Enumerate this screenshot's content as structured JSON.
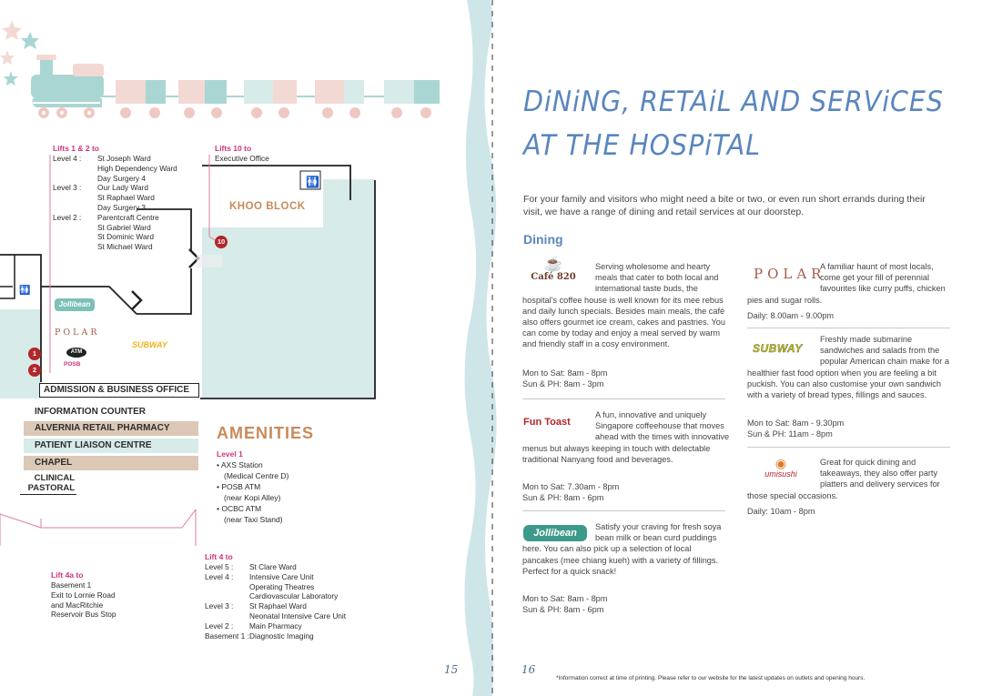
{
  "left": {
    "lifts_1_2": {
      "heading": "Lifts 1 & 2 to",
      "rows": [
        {
          "level": "Level 4 :",
          "value": "St Joseph Ward"
        },
        {
          "level": "",
          "value": "High Dependency Ward"
        },
        {
          "level": "",
          "value": "Day Surgery 4"
        },
        {
          "level": "Level 3 :",
          "value": "Our Lady Ward"
        },
        {
          "level": "",
          "value": "St Raphael Ward"
        },
        {
          "level": "",
          "value": "Day Surgery 3"
        },
        {
          "level": "Level 2 :",
          "value": "Parentcraft Centre"
        },
        {
          "level": "",
          "value": "St Gabriel Ward"
        },
        {
          "level": "",
          "value": "St Dominic Ward"
        },
        {
          "level": "",
          "value": "St Michael Ward"
        }
      ]
    },
    "lifts_10": {
      "heading": "Lifts 10 to",
      "line": "Executive Office"
    },
    "khoo_block": "KHOO BLOCK",
    "markers": {
      "m10": "10",
      "m1": "1",
      "m2": "2"
    },
    "logos": {
      "jollibean": "Jollibean",
      "polar": "POLAR",
      "subway": "SUBWAY",
      "atm": "ATM",
      "posb": "POSB"
    },
    "rooms": {
      "admission": "ADMISSION & BUSINESS OFFICE",
      "info": "INFORMATION COUNTER",
      "pharmacy": "ALVERNIA RETAIL PHARMACY",
      "liaison": "PATIENT LIAISON CENTRE",
      "chapel": "CHAPEL",
      "clinical_1": "CLINICAL",
      "clinical_2": "PASTORAL"
    },
    "amenities": {
      "title": "AMENITIES",
      "level": "Level 1",
      "lines": [
        "• AXS Station",
        "(Medical Centre D)",
        "• POSB ATM",
        "(near Kopi Alley)",
        "• OCBC ATM",
        "(near Taxi Stand)"
      ]
    },
    "lift_4": {
      "heading": "Lift 4 to",
      "rows": [
        {
          "level": "Level 5 :",
          "value": "St Clare Ward"
        },
        {
          "level": "Level 4 :",
          "value": "Intensive Care Unit"
        },
        {
          "level": "",
          "value": "Operating Theatres"
        },
        {
          "level": "",
          "value": "Cardiovascular Laboratory"
        },
        {
          "level": "Level 3 :",
          "value": "St Raphael Ward"
        },
        {
          "level": "",
          "value": "Neonatal Intensive Care Unit"
        },
        {
          "level": "Level 2 :",
          "value": "Main Pharmacy"
        },
        {
          "level": "Basement 1 :",
          "value": "Diagnostic Imaging"
        }
      ]
    },
    "lift_4a": {
      "heading": "Lift 4a to",
      "lines": [
        "Basement 1",
        "Exit to Lornie Road",
        "and MacRitchie",
        "Reservoir Bus Stop"
      ]
    },
    "page_number": "15"
  },
  "right": {
    "title_1": "DiNiNG, RETAiL AND SERViCES",
    "title_2": "AT THE HOSPiTAL",
    "intro": "For your family and visitors who might need a bite or two, or even run short errands during their visit, we have a range of dining and retail services at our doorstep.",
    "section": "Dining",
    "entries": {
      "cafe820": {
        "logo": "Café 820",
        "text": "Serving wholesome and hearty meals that cater to both local and international taste buds, the hospital's coffee house is well known for its mee rebus and daily lunch specials. Besides main meals, the café also offers gourmet ice cream, cakes and pastries. You can come by today and enjoy a meal served by warm and friendly staff in a cosy environment.",
        "hours": [
          "Mon to Sat: 8am - 8pm",
          "Sun & PH: 8am - 3pm"
        ]
      },
      "funtoast": {
        "logo": "Fun Toast",
        "text": "A fun, innovative and uniquely Singapore coffeehouse that moves ahead with the times with innovative menus but always keeping in touch with delectable traditional Nanyang food and beverages.",
        "hours": [
          "Mon to Sat: 7.30am - 8pm",
          "Sun & PH: 8am - 6pm"
        ]
      },
      "jollibean": {
        "logo": "Jollibean",
        "text": "Satisfy your craving for fresh soya bean milk or bean curd puddings here. You can also pick up a selection of local pancakes (mee chiang kueh) with a variety of fillings. Perfect for a quick snack!",
        "hours": [
          "Mon to Sat: 8am - 8pm",
          "Sun & PH: 8am - 6pm"
        ]
      },
      "polar": {
        "logo": "POLAR",
        "text": "A familiar haunt of most locals, come get your fill of perennial favourites like curry puffs, chicken pies and sugar rolls.",
        "hours": [
          "Daily: 8.00am - 9.00pm"
        ]
      },
      "subway": {
        "logo": "SUBWAY",
        "text": "Freshly made submarine sandwiches and salads from the popular American chain make for a healthier fast food option when you are feeling a bit puckish. You can also customise your own sandwich with a variety of bread types, fillings and sauces.",
        "hours": [
          "Mon to Sat: 8am - 9.30pm",
          "Sun & PH: 11am - 8pm"
        ]
      },
      "umisushi": {
        "logo": "umisushi",
        "text": "Great for quick dining and takeaways, they also offer party platters and delivery services for those special occasions.",
        "hours": [
          "Daily: 10am - 8pm"
        ]
      }
    },
    "page_number": "16",
    "footnote": "*Information correct at time of printing. Please refer to our website for the latest updates on outlets and opening hours."
  },
  "colors": {
    "accent_blue": "#5a86bf",
    "map_mint": "#d7ebe9",
    "label_pink": "#d0337a",
    "block_tan": "#c98a5a",
    "marker_red": "#b3262a"
  }
}
